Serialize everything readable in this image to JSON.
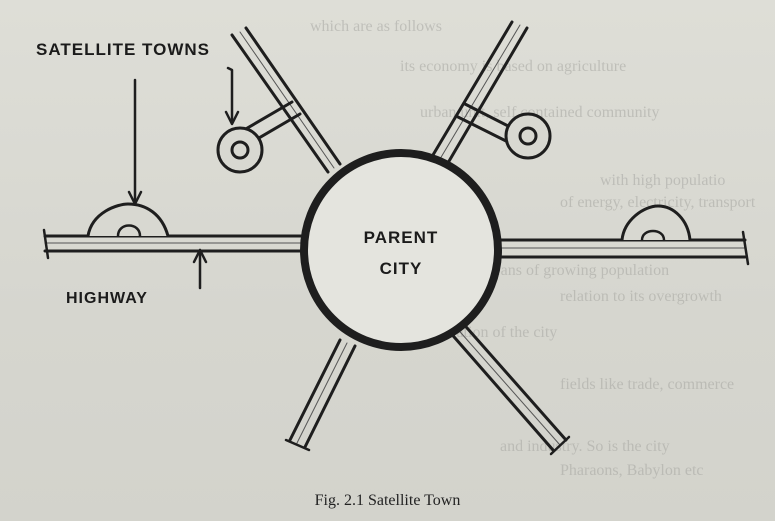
{
  "labels": {
    "satellite_towns": "SATELLITE TOWNS",
    "highway": "HIGHWAY",
    "parent_city_line1": "PARENT",
    "parent_city_line2": "CITY"
  },
  "caption": "Fig. 2.1 Satellite Town",
  "background_text": [
    "which are as follows",
    "its economy is based on agriculture",
    "urban unit, self contained community",
    "with high populatio",
    "of energy, electricity, transport",
    "a means of growing population",
    "relation to its overgrowth",
    "population of the city",
    "fields like trade, commerce",
    "and industry. So is the city",
    "Pharaons, Babylon etc"
  ],
  "colors": {
    "ink": "#1e1e1e",
    "paper": "#d8d8d1",
    "city_fill": "#e6e6e0"
  }
}
